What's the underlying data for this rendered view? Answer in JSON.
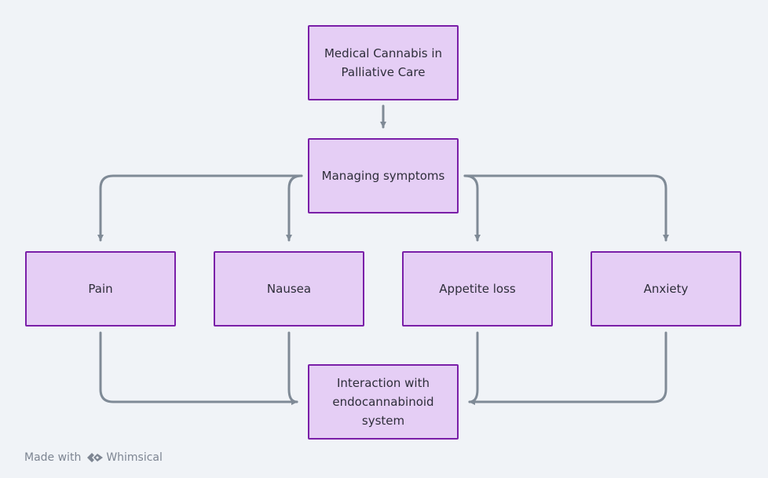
{
  "diagram": {
    "root": "Medical Cannabis in Palliative Care",
    "hub": "Managing symptoms",
    "symptoms": [
      "Pain",
      "Nausea",
      "Appetite loss",
      "Anxiety"
    ],
    "outcome": "Interaction with endocannabinoid system"
  },
  "watermark": {
    "prefix": "Made with",
    "brand": "Whimsical"
  },
  "colors": {
    "node_fill": "#e5cef5",
    "node_border": "#7a1fa8",
    "connector": "#7f8a96",
    "background": "#f0f3f7"
  },
  "icons": {
    "brand_logo": "whimsical-logo-icon"
  }
}
